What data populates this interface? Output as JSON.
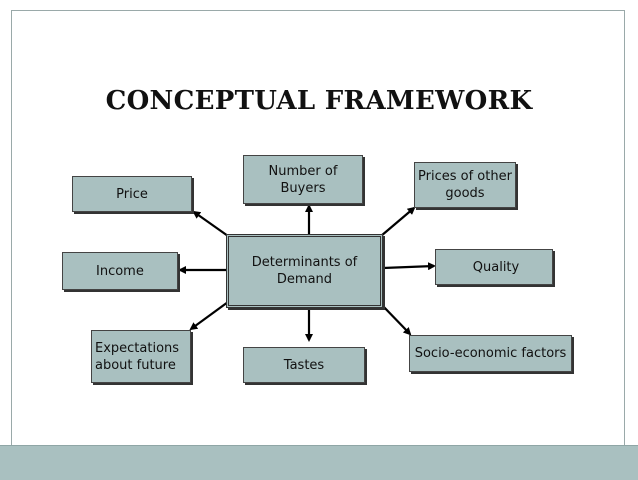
{
  "title": "CONCEPTUAL FRAMEWORK",
  "center": "Determinants of\nDemand",
  "nodes": {
    "price": "Price",
    "number_of_buyers": "Number of\nBuyers",
    "prices_of_other_goods": "Prices of other\ngoods",
    "income": "Income",
    "quality": "Quality",
    "expectations": "Expectations\nabout future",
    "tastes": "Tastes",
    "socio_economic": "Socio-economic factors"
  },
  "colors": {
    "box_fill": "#a9c0c0",
    "bottom_bar": "#a9c0c0"
  }
}
